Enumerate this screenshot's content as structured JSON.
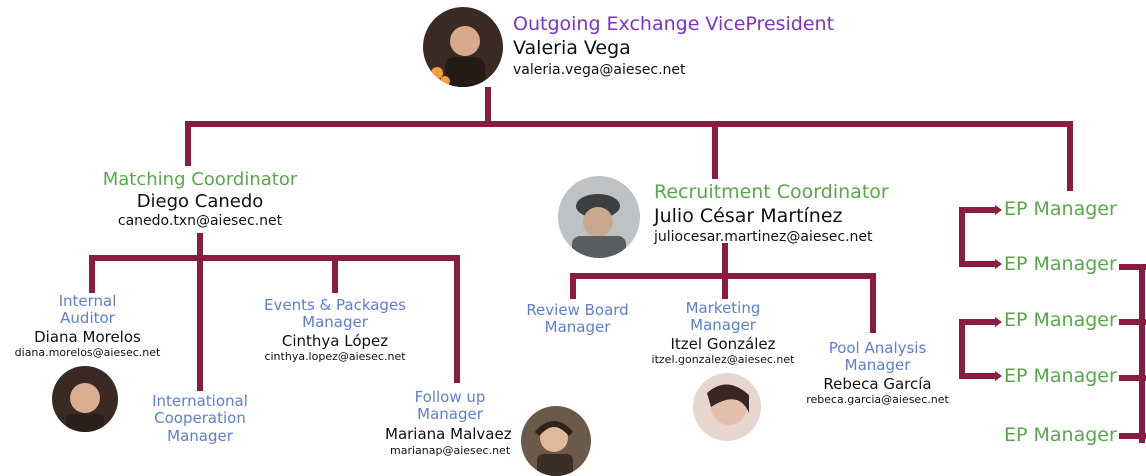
{
  "colors": {
    "line": "#8a1c40",
    "title_purple": "#7d33c9",
    "title_green": "#58a84a",
    "title_blue": "#5b7fd6"
  },
  "vp": {
    "title": "Outgoing Exchange VicePresident",
    "name": "Valeria Vega",
    "email": "valeria.vega@aiesec.net"
  },
  "matching": {
    "title": "Matching Coordinator",
    "name": "Diego Canedo",
    "email": "canedo.txn@aiesec.net"
  },
  "recruitment": {
    "title": "Recruitment Coordinator",
    "name": "Julio César Martínez",
    "email": "juliocesar.martinez@aiesec.net"
  },
  "internal_auditor": {
    "title_1": "Internal",
    "title_2": "Auditor",
    "name": "Diana Morelos",
    "email": "diana.morelos@aiesec.net"
  },
  "international": {
    "title_1": "International",
    "title_2": "Cooperation",
    "title_3": "Manager"
  },
  "events": {
    "title_1": "Events & Packages",
    "title_2": "Manager",
    "name": "Cinthya López",
    "email": "cinthya.lopez@aiesec.net"
  },
  "followup": {
    "title_1": "Follow up",
    "title_2": "Manager",
    "name": "Mariana Malvaez",
    "email": "marianap@aiesec.net"
  },
  "review": {
    "title_1": "Review Board",
    "title_2": "Manager"
  },
  "marketing": {
    "title_1": "Marketing",
    "title_2": "Manager",
    "name": "Itzel González",
    "email": "itzel.gonzalez@aiesec.net"
  },
  "pool": {
    "title_1": "Pool Analysis",
    "title_2": "Manager",
    "name": "Rebeca García",
    "email": "rebeca.garcia@aiesec.net"
  },
  "ep": [
    "EP Manager",
    "EP Manager",
    "EP Manager",
    "EP Manager",
    "EP Manager"
  ],
  "icons": {
    "avatar": "person-photo-icon"
  }
}
